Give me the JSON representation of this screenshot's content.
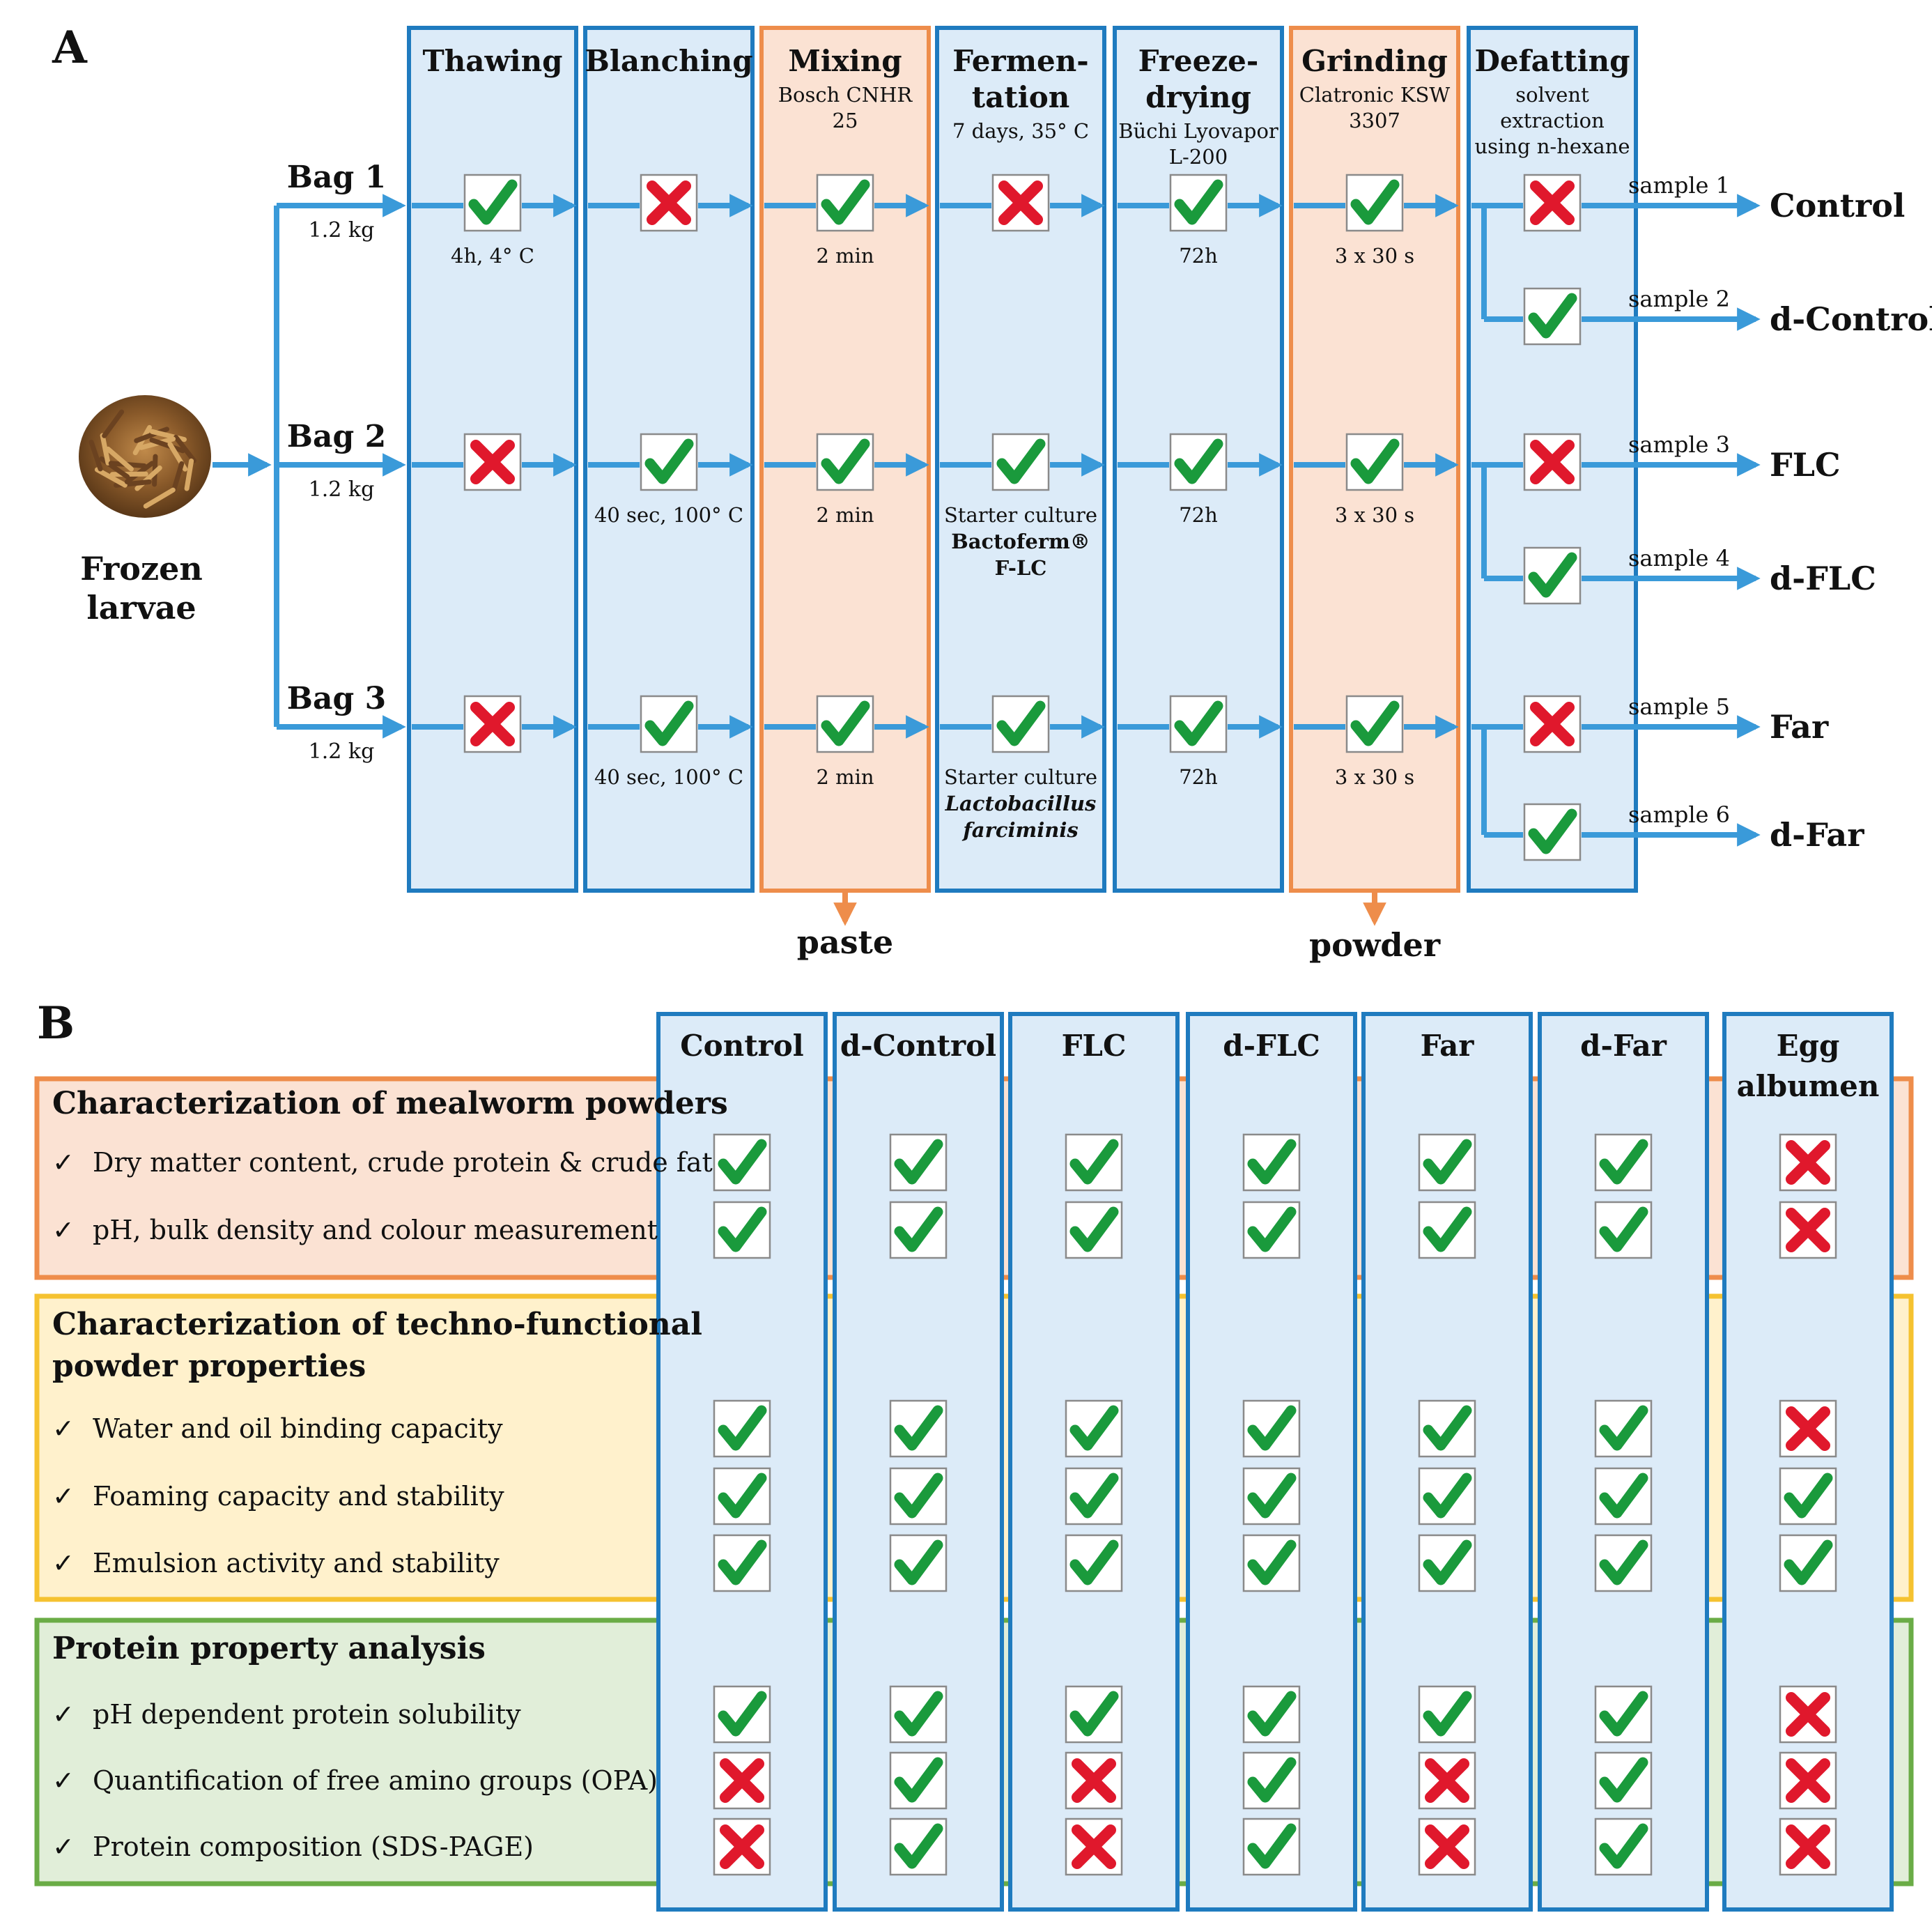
{
  "panel_a": {
    "label": "A",
    "input": {
      "line1": "Frozen",
      "line2": "larvae"
    },
    "bags": [
      {
        "name": "Bag 1",
        "weight": "1.2 kg"
      },
      {
        "name": "Bag 2",
        "weight": "1.2 kg"
      },
      {
        "name": "Bag 3",
        "weight": "1.2 kg"
      }
    ],
    "steps": [
      {
        "title": [
          "Thawing"
        ],
        "sub": [],
        "color": "blue",
        "cells": [
          {
            "mark": "check",
            "note": [
              "4h, 4° C"
            ]
          },
          {
            "mark": "cross",
            "note": []
          },
          {
            "mark": "cross",
            "note": []
          }
        ]
      },
      {
        "title": [
          "Blanching"
        ],
        "sub": [],
        "color": "blue",
        "cells": [
          {
            "mark": "cross",
            "note": []
          },
          {
            "mark": "check",
            "note": [
              "40 sec, 100° C"
            ]
          },
          {
            "mark": "check",
            "note": [
              "40 sec, 100° C"
            ]
          }
        ]
      },
      {
        "title": [
          "Mixing"
        ],
        "sub": [
          "Bosch CNHR",
          "25"
        ],
        "color": "orange",
        "cells": [
          {
            "mark": "check",
            "note": [
              "2 min"
            ]
          },
          {
            "mark": "check",
            "note": [
              "2 min"
            ]
          },
          {
            "mark": "check",
            "note": [
              "2 min"
            ]
          }
        ]
      },
      {
        "title": [
          "Fermen-",
          "tation"
        ],
        "sub": [
          "7 days, 35° C"
        ],
        "color": "blue",
        "cells": [
          {
            "mark": "cross",
            "note": []
          },
          {
            "mark": "check",
            "note": [
              "Starter culture",
              "Bactoferm®",
              "F-LC"
            ],
            "note_style": [
              "n",
              "b",
              "b"
            ]
          },
          {
            "mark": "check",
            "note": [
              "Starter culture",
              "Lactobacillus",
              "farciminis"
            ],
            "note_style": [
              "n",
              "bi",
              "bi"
            ]
          }
        ]
      },
      {
        "title": [
          "Freeze-",
          "drying"
        ],
        "sub": [
          "Büchi Lyovapor",
          "L-200"
        ],
        "color": "blue",
        "cells": [
          {
            "mark": "check",
            "note": [
              "72h"
            ]
          },
          {
            "mark": "check",
            "note": [
              "72h"
            ]
          },
          {
            "mark": "check",
            "note": [
              "72h"
            ]
          }
        ]
      },
      {
        "title": [
          "Grinding"
        ],
        "sub": [
          "Clatronic KSW",
          "3307"
        ],
        "color": "orange",
        "cells": [
          {
            "mark": "check",
            "note": [
              "3 x 30 s"
            ]
          },
          {
            "mark": "check",
            "note": [
              "3 x 30 s"
            ]
          },
          {
            "mark": "check",
            "note": [
              "3 x 30 s"
            ]
          }
        ]
      },
      {
        "title": [
          "Defatting"
        ],
        "sub": [
          "solvent",
          "extraction",
          "using n-hexane"
        ],
        "color": "blue",
        "cells": []
      }
    ],
    "defat_marks": [
      "cross",
      "check",
      "cross",
      "check",
      "cross",
      "check"
    ],
    "outputs": [
      {
        "sample": "sample 1",
        "name": "Control"
      },
      {
        "sample": "sample 2",
        "name": "d-Control"
      },
      {
        "sample": "sample 3",
        "name": "FLC"
      },
      {
        "sample": "sample 4",
        "name": "d-FLC"
      },
      {
        "sample": "sample 5",
        "name": "Far"
      },
      {
        "sample": "sample 6",
        "name": "d-Far"
      }
    ],
    "products": {
      "paste": "paste",
      "powder": "powder"
    }
  },
  "panel_b": {
    "label": "B",
    "columns": [
      [
        "Control"
      ],
      [
        "d-Control"
      ],
      [
        "FLC"
      ],
      [
        "d-FLC"
      ],
      [
        "Far"
      ],
      [
        "d-Far"
      ],
      [
        "Egg",
        "albumen"
      ]
    ],
    "groups": [
      {
        "title": [
          "Characterization of mealworm powders"
        ],
        "color": "orange",
        "items": [
          "Dry matter content, crude protein & crude fat",
          "pH, bulk density and colour measurement"
        ]
      },
      {
        "title": [
          "Characterization of techno-functional",
          "powder properties"
        ],
        "color": "yellow",
        "items": [
          "Water and oil binding capacity",
          "Foaming capacity and stability",
          "Emulsion activity and stability"
        ]
      },
      {
        "title": [
          "Protein property analysis"
        ],
        "color": "green",
        "items": [
          "pH dependent protein solubility",
          "Quantification of free amino groups (OPA)",
          "Protein composition (SDS-PAGE)"
        ]
      }
    ],
    "matrix": [
      [
        "check",
        "check",
        "check",
        "check",
        "check",
        "check",
        "cross"
      ],
      [
        "check",
        "check",
        "check",
        "check",
        "check",
        "check",
        "cross"
      ],
      [
        "check",
        "check",
        "check",
        "check",
        "check",
        "check",
        "cross"
      ],
      [
        "check",
        "check",
        "check",
        "check",
        "check",
        "check",
        "check"
      ],
      [
        "check",
        "check",
        "check",
        "check",
        "check",
        "check",
        "check"
      ],
      [
        "check",
        "check",
        "check",
        "check",
        "check",
        "check",
        "cross"
      ],
      [
        "cross",
        "check",
        "cross",
        "check",
        "cross",
        "check",
        "cross"
      ],
      [
        "cross",
        "check",
        "cross",
        "check",
        "cross",
        "check",
        "cross"
      ]
    ]
  },
  "colors": {
    "blue_fill": "#dcebf8",
    "blue_stroke": "#1f7bbf",
    "orange_fill": "#fbe2d3",
    "orange_stroke": "#ee8d4b",
    "yellow_fill": "#fff1cc",
    "yellow_stroke": "#f5c230",
    "green_fill": "#e1eed9",
    "green_stroke": "#6aac46",
    "arrow": "#3a9ad9",
    "orange_arrow": "#ee8d4b",
    "check": "#1a9a3c",
    "cross": "#e0182c"
  }
}
